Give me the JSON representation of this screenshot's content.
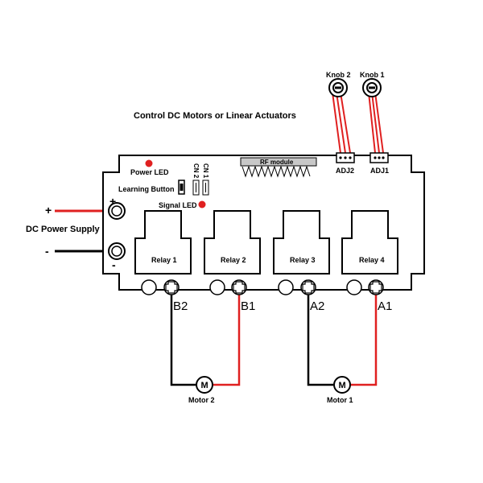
{
  "title": "Control DC Motors or Linear Actuators",
  "knobs": [
    {
      "label": "Knob 2",
      "adj": "ADJ2"
    },
    {
      "label": "Knob 1",
      "adj": "ADJ1"
    }
  ],
  "board": {
    "rf_module": "RF module",
    "power_led": "Power LED",
    "learning_button": "Learning Button",
    "signal_led": "Signal LED",
    "cn1": "CN 1",
    "cn2": "CN 2"
  },
  "power": {
    "label": "DC Power Supply",
    "plus": "+",
    "minus": "-"
  },
  "relays": [
    "Relay 1",
    "Relay 2",
    "Relay 3",
    "Relay 4"
  ],
  "terminals": [
    "B2",
    "B1",
    "A2",
    "A1"
  ],
  "motors": [
    {
      "label": "Motor 2",
      "symbol": "M"
    },
    {
      "label": "Motor 1",
      "symbol": "M"
    }
  ],
  "colors": {
    "positive_wire": "#e02020",
    "negative_wire": "#000000",
    "led": "#e02020",
    "rf_module_fill": "#c8c8c8"
  }
}
